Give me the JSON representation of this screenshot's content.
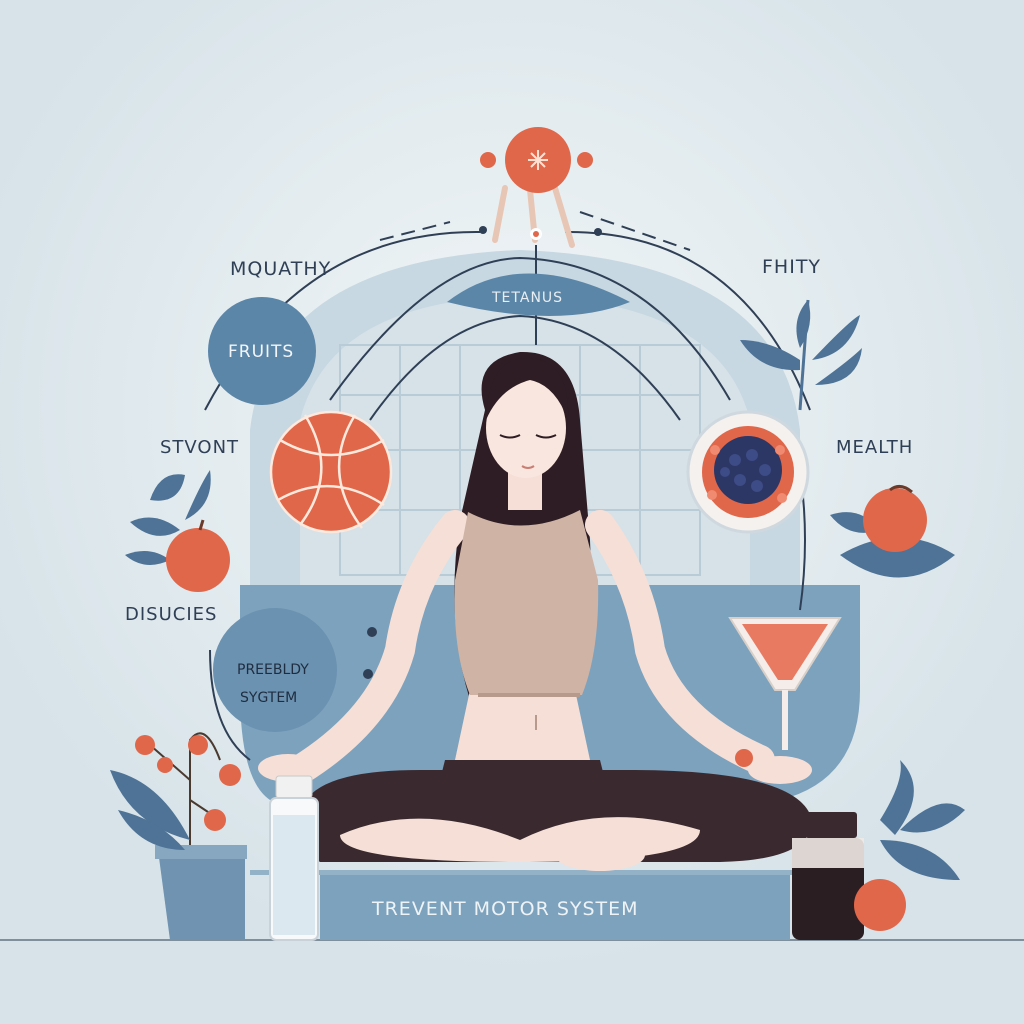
{
  "labels": {
    "top_left": "MQUATHY",
    "top_right": "FHITY",
    "left_mid": "STVONT",
    "right_mid": "MEALTH",
    "left_low": "DISUCIES",
    "arc_center": "TETANUS",
    "bubble_fruits": "FRUITS",
    "bubble_system_line1": "PREEBLDY",
    "bubble_system_line2": "SYGTEM",
    "banner": "TREVENT MOTOR SYSTEM"
  },
  "colors": {
    "background": "#dce7ec",
    "accent_blue": "#5b86a8",
    "accent_coral": "#e0674a",
    "ink": "#2f3f55",
    "skin": "#f6dfd6",
    "hair": "#2e1d24",
    "top": "#cfb3a5",
    "shorts": "#3a2a30"
  },
  "icons": [
    "orange-sunburst-icon",
    "basketball-icon",
    "berry-bowl-icon",
    "leaf-icon",
    "peach-icon",
    "cocktail-glass-icon",
    "water-bottle-icon",
    "jar-icon",
    "berry-plant-icon"
  ]
}
